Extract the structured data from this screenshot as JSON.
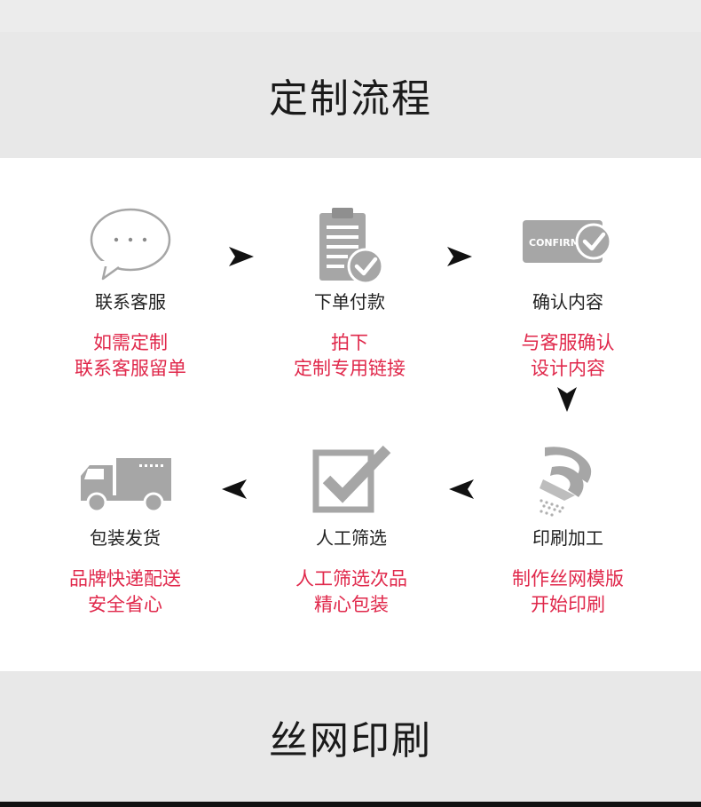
{
  "header": {
    "title": "定制流程"
  },
  "footer": {
    "title": "丝网印刷"
  },
  "steps": [
    {
      "label": "联系客服",
      "desc1": "如需定制",
      "desc2": "联系客服留单",
      "icon": "chat-bubble-icon"
    },
    {
      "label": "下单付款",
      "desc1": "拍下",
      "desc2": "定制专用链接",
      "icon": "clipboard-check-icon"
    },
    {
      "label": "确认内容",
      "desc1": "与客服确认",
      "desc2": "设计内容",
      "icon": "confirm-card-icon",
      "badge": "CONFIRM"
    },
    {
      "label": "印刷加工",
      "desc1": "制作丝网模版",
      "desc2": "开始印刷",
      "icon": "printing-icon"
    },
    {
      "label": "人工筛选",
      "desc1": "人工筛选次品",
      "desc2": "精心包装",
      "icon": "checkbox-icon"
    },
    {
      "label": "包装发货",
      "desc1": "品牌快递配送",
      "desc2": "安全省心",
      "icon": "delivery-truck-icon"
    }
  ],
  "colors": {
    "accent": "#e0284b",
    "icon_gray": "#a6a6a6",
    "band": "#e8e8e8"
  }
}
